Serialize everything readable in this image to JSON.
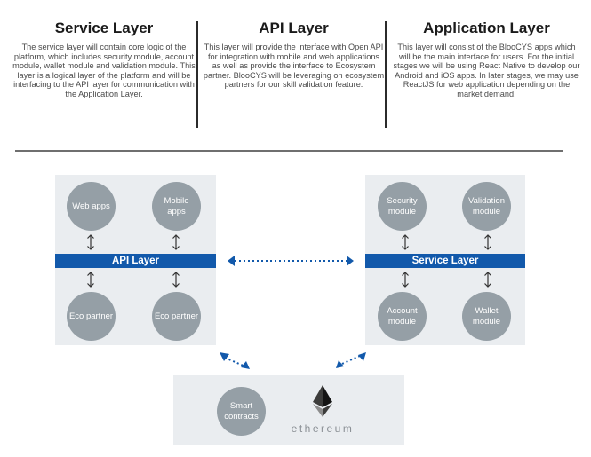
{
  "columns": {
    "service": {
      "title": "Service Layer",
      "body": "The service layer will contain core logic of the platform, which includes security module, account module, wallet module and validation module. This layer is a logical layer of the platform and will be interfacing to the API layer for communication with the Application Layer."
    },
    "api": {
      "title": "API Layer",
      "body": "This layer will provide the interface with Open API for integration with mobile and web applications as well as provide the interface to Ecosystem partner. BlooCYS will be leveraging on ecosystem partners for our skill validation feature."
    },
    "application": {
      "title": "Application Layer",
      "body": "This layer will consist of the BlooCYS apps which will be the main interface for users. For the initial stages we will be using React Native to develop our Android and iOS apps. In later stages, we may use ReactJS for web application depending on the market demand."
    }
  },
  "diagram": {
    "api_panel": {
      "bar_label": "API Layer",
      "top_nodes": [
        "Web apps",
        "Mobile apps"
      ],
      "bottom_nodes": [
        "Eco partner",
        "Eco partner"
      ]
    },
    "service_panel": {
      "bar_label": "Service Layer",
      "top_nodes": [
        "Security module",
        "Validation module"
      ],
      "bottom_nodes": [
        "Account module",
        "Wallet module"
      ]
    },
    "blockchain_panel": {
      "node": "Smart contracts",
      "logo_label": "ethereum",
      "logo_icon": "ethereum-diamond-icon"
    },
    "connections": [
      {
        "from": "API Layer",
        "to": "Service Layer",
        "style": "dotted-bidirectional"
      },
      {
        "from": "API Layer",
        "to": "Smart contracts",
        "style": "dotted-bidirectional"
      },
      {
        "from": "Service Layer",
        "to": "Smart contracts",
        "style": "dotted-bidirectional"
      }
    ],
    "colors": {
      "bar": "#1259ab",
      "node": "#959fa6",
      "panel": "#eaedf0",
      "arrow": "#1259ab"
    }
  }
}
